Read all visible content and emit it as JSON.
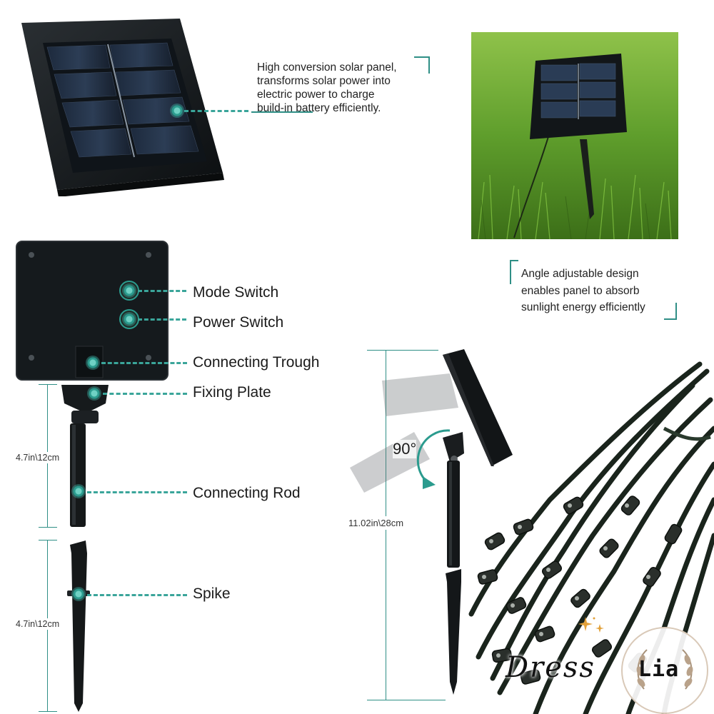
{
  "callouts": {
    "solar_panel": {
      "lines": [
        "High conversion solar panel,",
        "transforms solar power into",
        "electric power to charge",
        "build-in battery efficiently."
      ]
    },
    "angle": {
      "lines": [
        "Angle adjustable design",
        "enables panel to absorb",
        "sunlight energy efficiently"
      ]
    }
  },
  "parts": {
    "mode_switch": "Mode Switch",
    "power_switch": "Power Switch",
    "connecting_trough": "Connecting Trough",
    "fixing_plate": "Fixing Plate",
    "connecting_rod": "Connecting Rod",
    "spike": "Spike"
  },
  "dimensions": {
    "rod_length": "4.7in\\12cm",
    "spike_length": "4.7in\\12cm",
    "total_height": "11.02in\\28cm",
    "rotation_angle": "90°"
  },
  "brand": {
    "left": "Dress",
    "right": "Lia"
  },
  "colors": {
    "accent": "#3aa59a",
    "panel": "#151a1d",
    "grass": "#5f9e2c"
  }
}
